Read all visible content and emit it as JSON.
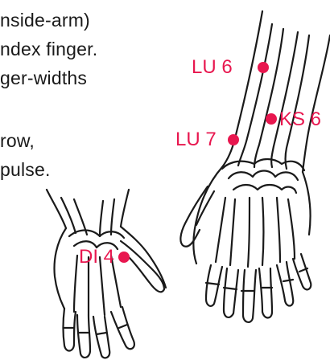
{
  "accent_color": "#e8174f",
  "instructions": [
    "nside-arm)",
    "ndex finger.",
    "ger-widths",
    "row,",
    "pulse."
  ],
  "points": {
    "lu6": "LU 6",
    "ks6": "KS 6",
    "lu7": "LU 7",
    "di4": "DI 4"
  },
  "figures": {
    "forearm": "forearm-and-hand-skeleton",
    "hand": "hand-skeleton"
  }
}
